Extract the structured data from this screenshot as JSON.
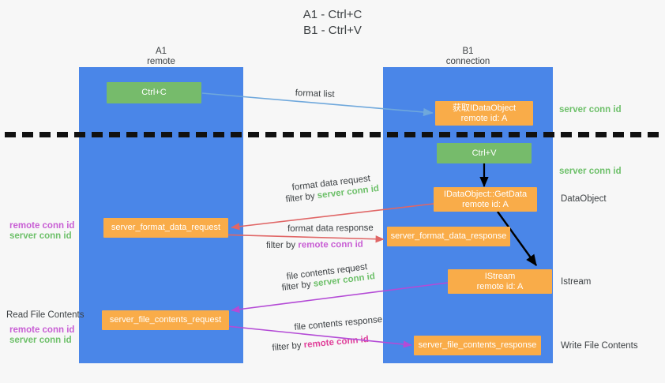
{
  "title": "A1 - Ctrl+C\nB1 - Ctrl+V",
  "lanes": [
    {
      "name": "A1",
      "sub": "remote",
      "header": "A1\nremote"
    },
    {
      "name": "B1",
      "sub": "connection",
      "header": "B1\nconnection"
    }
  ],
  "boxes": {
    "ctrl_c": {
      "line1": "Ctrl+C",
      "color": "#76bb6b"
    },
    "ctrl_v": {
      "line1": "Ctrl+V",
      "color": "#76bb6b"
    },
    "idataobject": {
      "line1": "获取IDataObject",
      "line2": "remote id: A",
      "color": "#f9ac49"
    },
    "getdata": {
      "line1": "IDataObject::GetData",
      "line2": "remote id: A",
      "color": "#f9ac49"
    },
    "istream": {
      "line1": "IStream",
      "line2": "remote id: A",
      "color": "#f9ac49"
    },
    "server_format_data_request": {
      "line1": "server_format_data_request",
      "color": "#f9ac49"
    },
    "server_format_data_response": {
      "line1": "server_format_data_response",
      "color": "#f9ac49"
    },
    "server_file_contents_request": {
      "line1": "server_file_contents_request",
      "color": "#f9ac49"
    },
    "server_file_contents_response": {
      "line1": "server_file_contents_response",
      "color": "#f9ac49"
    }
  },
  "right_labels": {
    "server_conn_id_1": "server conn id",
    "server_conn_id_2": "server conn id",
    "dataobject": "DataObject",
    "istream": "Istream",
    "write_file_contents": "Write File Contents"
  },
  "left_labels": {
    "remote_conn_id_1": "remote conn id",
    "server_conn_id_1": "server conn id",
    "read_file_contents": "Read File Contents",
    "remote_conn_id_2": "remote conn id",
    "server_conn_id_2": "server conn id"
  },
  "annotations": {
    "format_list": "format list",
    "format_data_request": "format data request",
    "filter_by_1_prefix": "filter by ",
    "filter_by_1_value": "server conn id",
    "format_data_response": "format data response",
    "filter_by_2_prefix": "filter by ",
    "filter_by_2_value": "remote conn id",
    "file_contents_request": "file contents request",
    "filter_by_3_prefix": "filter by ",
    "filter_by_3_value": "server conn id",
    "file_contents_response": "file contents response",
    "filter_by_4_prefix": "filter by ",
    "filter_by_4_value": "remote conn id"
  },
  "colors": {
    "lane": "#4a86e8",
    "green_box": "#76bb6b",
    "orange_box": "#f9ac49",
    "green_text": "#6ec06a",
    "purple_text": "#c85ed4",
    "pink_text": "#e0419a",
    "blue_arrow": "#6fa8dc",
    "red_arrow": "#e06666",
    "magenta_arrow": "#b44bd6",
    "black_arrow": "#000000",
    "background": "#f7f7f7"
  }
}
